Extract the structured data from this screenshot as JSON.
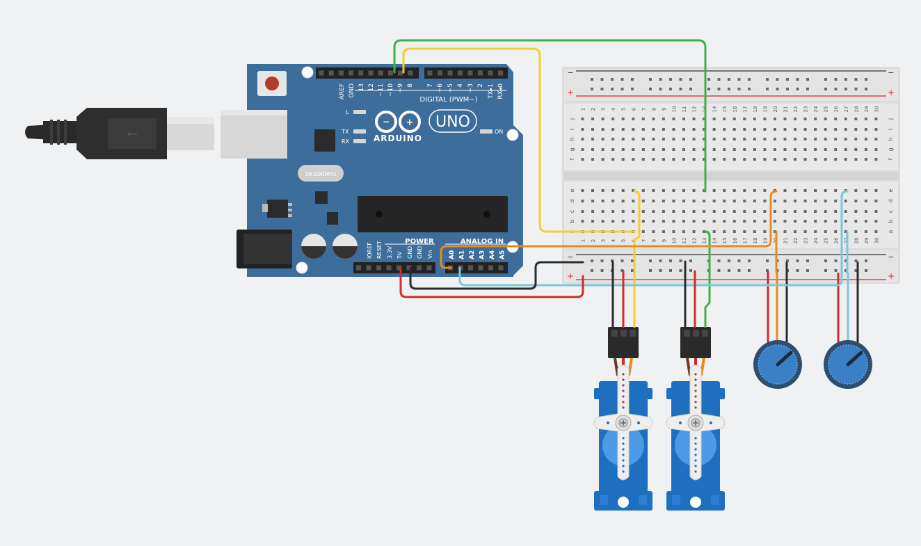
{
  "arduino": {
    "brand": "ARDUINO",
    "model": "UNO",
    "crystal": "16.000MHz",
    "led_l": "L",
    "led_tx": "TX",
    "led_rx": "RX",
    "led_on": "ON",
    "digital_header": "DIGITAL (PWM~)",
    "digital_pins": [
      "AREF",
      "GND",
      "13",
      "12",
      "~11",
      "~10",
      "~9",
      "8",
      "7",
      "~6",
      "~5",
      "4",
      "~3",
      "2",
      "TX▸1",
      "RX◂0"
    ],
    "power_label": "POWER",
    "power_pins": [
      "IOREF",
      "RESET",
      "3.3V",
      "5V",
      "GND",
      "GND",
      "Vin"
    ],
    "analog_label": "ANALOG IN",
    "analog_pins": [
      "A0",
      "A1",
      "A2",
      "A3",
      "A4",
      "A5"
    ]
  },
  "breadboard": {
    "columns": 30,
    "rows_top": [
      "j",
      "i",
      "h",
      "g",
      "f"
    ],
    "rows_bottom": [
      "e",
      "d",
      "c",
      "b",
      "a"
    ],
    "rail_minus": "−",
    "rail_plus": "+"
  },
  "colors": {
    "board": "#3d6d9a",
    "wire_green": "#3fb04a",
    "wire_yellow": "#f2cf2a",
    "wire_orange": "#ea8a1e",
    "wire_lightblue": "#78c9d6",
    "wire_red": "#d22b2b",
    "wire_black": "#2b2b2b",
    "servo": "#1f6fc1",
    "rail_red": "#d22b2b"
  },
  "components": {
    "servos": [
      "servo-1",
      "servo-2"
    ],
    "potentiometers": [
      "pot-1",
      "pot-2"
    ],
    "usb": "usb-cable"
  }
}
